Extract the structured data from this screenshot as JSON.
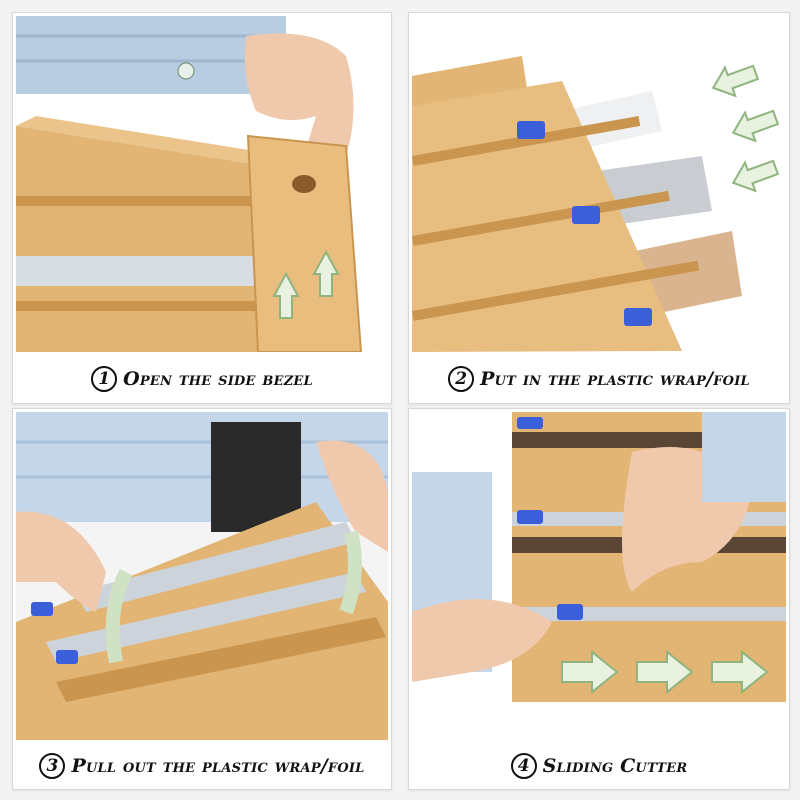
{
  "panels": [
    {
      "number": "1",
      "caption": "Open the side bezel"
    },
    {
      "number": "2",
      "caption": "Put in the plastic wrap/foil"
    },
    {
      "number": "3",
      "caption": "Pull out the plastic wrap/foil"
    },
    {
      "number": "4",
      "caption": "Sliding Cutter"
    }
  ],
  "colors": {
    "bamboo": "#e2b575",
    "bamboo_dark": "#c9954f",
    "cutter_blue": "#3a5fd8",
    "arrow_green": "#cfe3c4",
    "shirt_blue": "#b9cde2",
    "skin": "#f0c9ac"
  }
}
